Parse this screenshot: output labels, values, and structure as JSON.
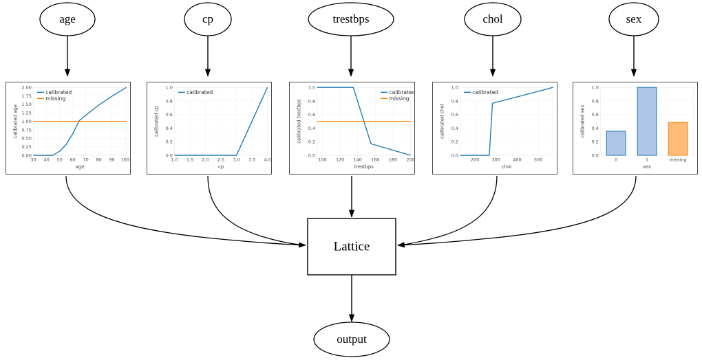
{
  "graph": {
    "input_nodes": [
      {
        "id": "age",
        "label": "age"
      },
      {
        "id": "cp",
        "label": "cp"
      },
      {
        "id": "trestbps",
        "label": "trestbps"
      },
      {
        "id": "chol",
        "label": "chol"
      },
      {
        "id": "sex",
        "label": "sex"
      }
    ],
    "lattice_node": {
      "label": "Lattice"
    },
    "output_node": {
      "label": "output"
    }
  },
  "colors": {
    "calibrated": "#1f77b4",
    "missing": "#ff7f0e",
    "bar_blue_fill": "#aec7e8",
    "bar_blue_edge": "#1f77b4",
    "bar_orange_fill": "#ffbb78",
    "bar_orange_edge": "#ff7f0e",
    "node_stroke": "#000000",
    "panel_border": "#4d4d4d"
  },
  "legend_labels": {
    "calibrated": "calibrated",
    "missing": "missing"
  },
  "chart_data": [
    {
      "id": "age",
      "type": "line",
      "title": "",
      "xlabel": "age",
      "ylabel": "calibrated age",
      "xlim": [
        30,
        101
      ],
      "ylim": [
        0.0,
        2.0
      ],
      "xticks": [
        30,
        40,
        50,
        60,
        70,
        80,
        90,
        100
      ],
      "xticklabels": [
        "30",
        "40",
        "50",
        "60",
        "70",
        "80",
        "90",
        "100"
      ],
      "yticks": [
        0.0,
        0.25,
        0.5,
        0.75,
        1.0,
        1.25,
        1.5,
        1.75,
        2.0
      ],
      "yticklabels": [
        "0.00",
        "0.25",
        "0.50",
        "0.75",
        "1.00",
        "1.25",
        "1.50",
        "1.75",
        "2.00"
      ],
      "legend": [
        "calibrated",
        "missing"
      ],
      "legend_position": "upper left",
      "grid": true,
      "series": [
        {
          "name": "calibrated",
          "color": "#1f77b4",
          "x": [
            30,
            45,
            50,
            55,
            60,
            65,
            70,
            80,
            90,
            101
          ],
          "y": [
            0.0,
            0.0,
            0.12,
            0.32,
            0.63,
            1.02,
            1.18,
            1.48,
            1.74,
            2.0
          ]
        },
        {
          "name": "missing",
          "color": "#ff7f0e",
          "x": [
            30,
            101
          ],
          "y": [
            1.0,
            1.0
          ]
        }
      ]
    },
    {
      "id": "cp",
      "type": "line",
      "title": "",
      "xlabel": "cp",
      "ylabel": "calibrated cp",
      "xlim": [
        1.0,
        4.0
      ],
      "ylim": [
        0.0,
        1.0
      ],
      "xticks": [
        1.0,
        1.5,
        2.0,
        2.5,
        3.0,
        3.5,
        4.0
      ],
      "xticklabels": [
        "1.0",
        "1.5",
        "2.0",
        "2.5",
        "3.0",
        "3.5",
        "4.0"
      ],
      "yticks": [
        0.0,
        0.2,
        0.4,
        0.6,
        0.8,
        1.0
      ],
      "yticklabels": [
        "0.0",
        "0.2",
        "0.4",
        "0.6",
        "0.8",
        "1.0"
      ],
      "legend": [
        "calibrated"
      ],
      "legend_position": "upper left",
      "grid": true,
      "series": [
        {
          "name": "calibrated",
          "color": "#1f77b4",
          "x": [
            1.0,
            2.0,
            3.0,
            4.0
          ],
          "y": [
            0.0,
            0.0,
            0.0,
            1.0
          ]
        }
      ]
    },
    {
      "id": "trestbps",
      "type": "line",
      "title": "",
      "xlabel": "trestbps",
      "ylabel": "calibrated trestbps",
      "xlim": [
        94,
        200
      ],
      "ylim": [
        0.0,
        1.0
      ],
      "xticks": [
        100,
        120,
        140,
        160,
        180,
        200
      ],
      "xticklabels": [
        "100",
        "120",
        "140",
        "160",
        "180",
        "200"
      ],
      "yticks": [
        0.0,
        0.2,
        0.4,
        0.6,
        0.8,
        1.0
      ],
      "yticklabels": [
        "0.0",
        "0.2",
        "0.4",
        "0.6",
        "0.8",
        "1.0"
      ],
      "legend": [
        "calibrated",
        "missing"
      ],
      "legend_position": "upper right",
      "grid": true,
      "series": [
        {
          "name": "calibrated",
          "color": "#1f77b4",
          "x": [
            94,
            135,
            155,
            200
          ],
          "y": [
            1.0,
            1.0,
            0.17,
            0.0
          ]
        },
        {
          "name": "missing",
          "color": "#ff7f0e",
          "x": [
            94,
            200
          ],
          "y": [
            0.5,
            0.5
          ]
        }
      ]
    },
    {
      "id": "chol",
      "type": "line",
      "title": "",
      "xlabel": "chol",
      "ylabel": "calibrated chol",
      "xlim": [
        130,
        570
      ],
      "ylim": [
        0.0,
        1.0
      ],
      "xticks": [
        200,
        300,
        400,
        500
      ],
      "xticklabels": [
        "200",
        "300",
        "400",
        "500"
      ],
      "yticks": [
        0.0,
        0.2,
        0.4,
        0.6,
        0.8,
        1.0
      ],
      "yticklabels": [
        "0.0",
        "0.2",
        "0.4",
        "0.6",
        "0.8",
        "1.0"
      ],
      "legend": [
        "calibrated"
      ],
      "legend_position": "upper left",
      "grid": true,
      "series": [
        {
          "name": "calibrated",
          "color": "#1f77b4",
          "x": [
            130,
            268,
            283,
            570
          ],
          "y": [
            0.0,
            0.0,
            0.765,
            1.0
          ]
        }
      ]
    },
    {
      "id": "sex",
      "type": "bar",
      "title": "",
      "xlabel": "sex",
      "ylabel": "calibrated sex",
      "ylim": [
        0.0,
        1.0
      ],
      "yticks": [
        0.0,
        0.2,
        0.4,
        0.6,
        0.8,
        1.0
      ],
      "yticklabels": [
        "0.0",
        "0.2",
        "0.4",
        "0.6",
        "0.8",
        "1.0"
      ],
      "categories": [
        "0",
        "1",
        "missing"
      ],
      "values": [
        0.355,
        1.0,
        0.485
      ],
      "bar_colors": [
        "#aec7e8",
        "#aec7e8",
        "#ffbb78"
      ],
      "bar_edge_colors": [
        "#1f77b4",
        "#1f77b4",
        "#ff7f0e"
      ],
      "grid": true,
      "legend": [],
      "legend_position": "none"
    }
  ]
}
